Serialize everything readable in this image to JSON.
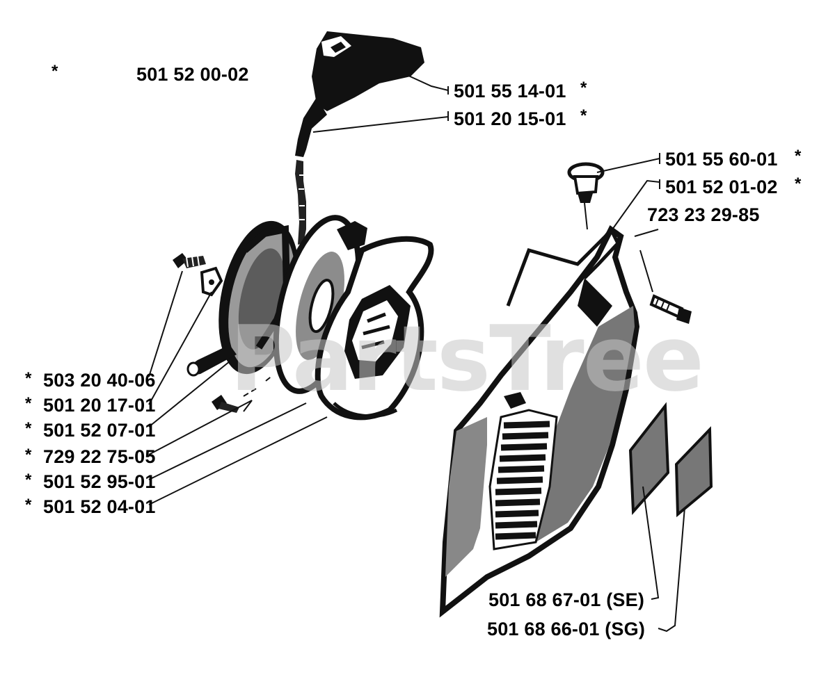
{
  "watermark": "PartsTree",
  "assembly": {
    "marker": "*",
    "part_no": "501 52 00-02"
  },
  "callouts": {
    "handle": {
      "part_no": "501 55 14-01",
      "marker": "*"
    },
    "cord": {
      "part_no": "501 20 15-01",
      "marker": "*"
    },
    "plug": {
      "part_no": "501 55 60-01",
      "marker": "*"
    },
    "cord_guide": {
      "part_no": "501 52 01-02",
      "marker": "*"
    },
    "cover_screw": {
      "part_no": "723 23 29-85"
    },
    "screw_left": {
      "part_no": "503 20 40-06",
      "marker": "*"
    },
    "washer": {
      "part_no": "501 20 17-01",
      "marker": "*"
    },
    "spring": {
      "part_no": "501 52 07-01",
      "marker": "*"
    },
    "small_screw": {
      "part_no": "729 22 75-05",
      "marker": "*"
    },
    "pulley": {
      "part_no": "501 52 95-01",
      "marker": "*"
    },
    "housing": {
      "part_no": "501 52 04-01",
      "marker": "*"
    },
    "decal_se": {
      "part_no": "501 68 67-01 (SE)"
    },
    "decal_sg": {
      "part_no": "501 68 66-01 (SG)"
    }
  }
}
